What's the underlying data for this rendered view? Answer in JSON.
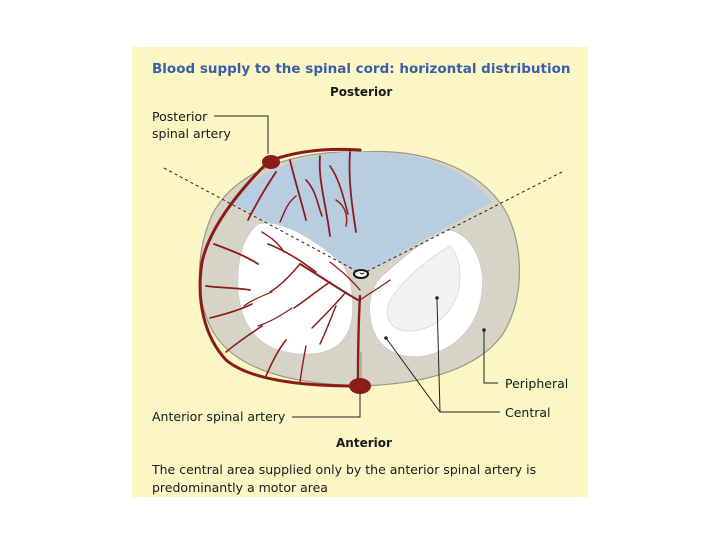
{
  "title": "Blood supply to the spinal cord: horizontal distribution",
  "labels": {
    "posterior": "Posterior",
    "anterior": "Anterior",
    "posterior_spinal_artery_line1": "Posterior",
    "posterior_spinal_artery_line2": "spinal artery",
    "anterior_spinal_artery": "Anterior spinal artery",
    "peripheral": "Peripheral",
    "central": "Central"
  },
  "caption_line1": "The central area supplied only by the anterior spinal artery is",
  "caption_line2": "predominantly a motor area",
  "colors": {
    "panel_background": "#fcf6c4",
    "title": "#3a5ea8",
    "posterior_region": "#b9cde0",
    "peripheral_region": "#d6d4c7",
    "central_region": "#ffffff",
    "artery": "#8b1a1a"
  }
}
